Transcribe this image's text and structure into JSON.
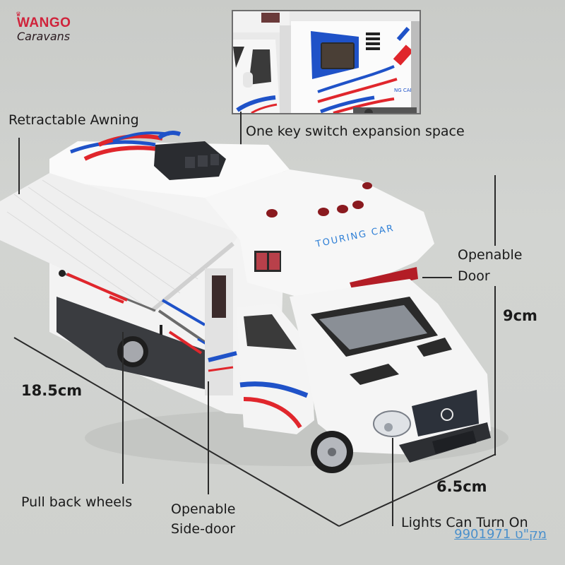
{
  "logo": {
    "line1": "WANGO",
    "line2": "Caravans",
    "accent_color": "#d0233b"
  },
  "inset": {
    "title": "expansion-space-closeup",
    "body_text": "NG CAR"
  },
  "vehicle": {
    "roof_text": "TOURING CAR",
    "colors": {
      "body": "#f4f4f4",
      "stripe_red": "#e0262c",
      "stripe_blue": "#1f52c8",
      "trim": "#3a3c40"
    }
  },
  "annotations": {
    "awning": "Retractable Awning",
    "expansion": "One key switch expansion space",
    "door_line1": "Openable",
    "door_line2": "Door",
    "height": "9cm",
    "length": "18.5cm",
    "width": "6.5cm",
    "wheels": "Pull back wheels",
    "side_door_line1": "Openable",
    "side_door_line2": "Side-door",
    "lights": "Lights Can Turn On"
  },
  "sku_link": "מק\"ט 9901971"
}
